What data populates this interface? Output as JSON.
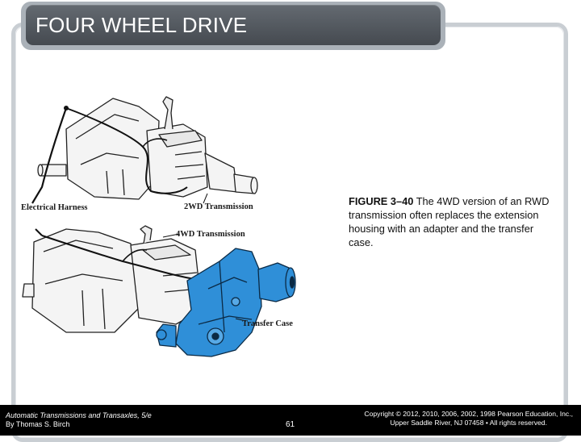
{
  "slide": {
    "title": "FOUR WHEEL DRIVE"
  },
  "figure": {
    "labels": {
      "electrical_harness": "Electrical Harness",
      "two_wd_transmission": "2WD Transmission",
      "four_wd_transmission": "4WD Transmission",
      "transfer_case": "Transfer Case"
    },
    "highlight_color": "#2f8fd8"
  },
  "caption": {
    "figure_number": "FIGURE 3–40",
    "text": "The 4WD version of an RWD transmission often replaces the extension housing with an adapter and the transfer case."
  },
  "footer": {
    "book_title": "Automatic Transmissions and Transaxles, 5/e",
    "author": "By Thomas S. Birch",
    "page_number": "61",
    "copyright_line1": "Copyright © 2012, 2010, 2006, 2002, 1998 Pearson Education, Inc.,",
    "copyright_line2": "Upper Saddle River, NJ 07458 • All rights reserved."
  }
}
